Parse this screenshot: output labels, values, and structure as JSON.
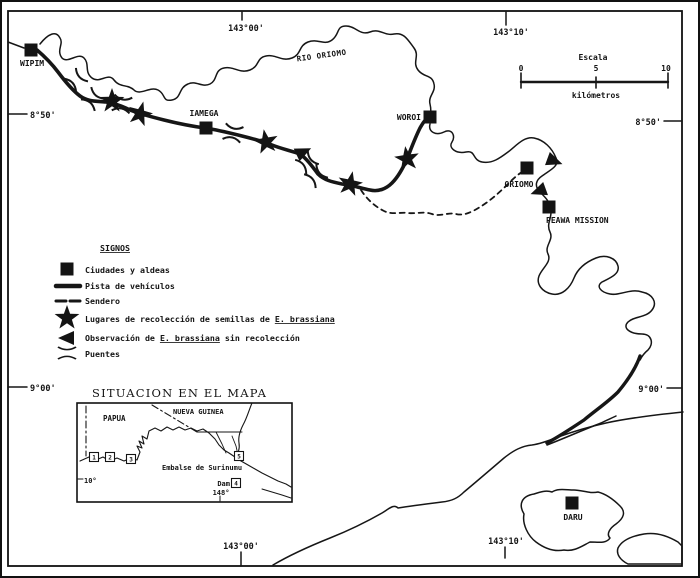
{
  "figure": {
    "type": "hand-drawn survey map, Oriomo River region, Western Province, Papua New Guinea"
  },
  "graticule": {
    "top_left": "143°00'",
    "top_right": "143°10'",
    "left_upper": "8°50'",
    "right_upper": "8°50'",
    "left_lower": "9°00'",
    "right_lower": "9°00'",
    "bottom_left": "143°00'",
    "bottom_right": "143°10'"
  },
  "river_label": "RIO ORIOMO",
  "towns": [
    "WIPIM",
    "IAMEGA",
    "WOROI",
    "ORIOMO",
    "PEAWA MISSION",
    "DARU"
  ],
  "scale_bar": {
    "title": "Escala",
    "tick0": "0",
    "tick5": "5",
    "tick10": "10",
    "unit": "kilómetros"
  },
  "legend": {
    "title": "SIGNOS",
    "items": [
      {
        "label": "Ciudades y aldeas"
      },
      {
        "label": "Pista de vehículos"
      },
      {
        "label": "Sendero"
      },
      {
        "pre": "Lugares de recolección de semillas de ",
        "species": "E. brassiana",
        "post": ""
      },
      {
        "pre": "Observación de ",
        "species": "E. brassiana",
        "post": " sin recolección"
      },
      {
        "label": "Puentes"
      }
    ]
  },
  "inset": {
    "title": "SITUACION EN EL MAPA",
    "region_left": "PAPUA",
    "region_right": "NUEVA GUINEA",
    "reservoir": "Embalse de Surinumu",
    "dam": "Dam",
    "lon": "148°",
    "lat": "10°",
    "sites": [
      "1",
      "2",
      "3",
      "4",
      "5"
    ]
  },
  "colors": {
    "ink": "#141414",
    "paper": "#ffffff"
  }
}
